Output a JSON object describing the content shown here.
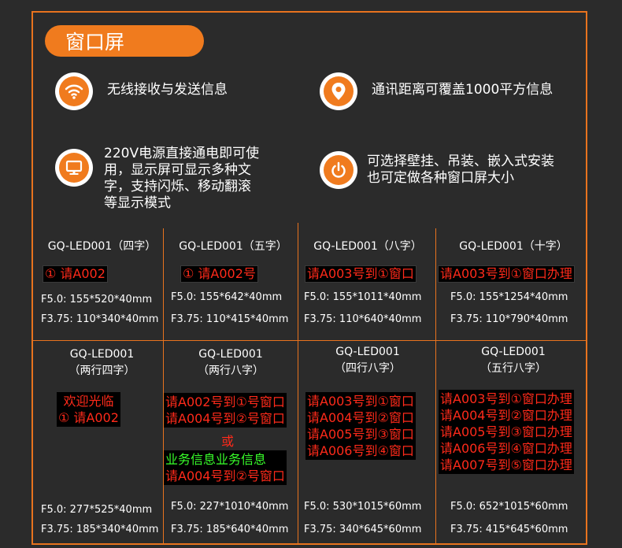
{
  "section_title": "窗口屏",
  "features": [
    {
      "icon": "wifi-icon",
      "text": "无线接收与发送信息"
    },
    {
      "icon": "location-pin-icon",
      "text": "通讯距离可覆盖1000平方信息"
    },
    {
      "icon": "monitor-icon",
      "lines": [
        "220V电源直接通电即可使",
        "用，显示屏可显示多种文",
        "字，支持闪烁、移动翻滚",
        "等显示模式"
      ]
    },
    {
      "icon": "power-icon",
      "lines": [
        "可选择壁挂、吊装、嵌入式安装",
        "也可定做各种窗口屏大小"
      ]
    }
  ],
  "row1": [
    {
      "model": "GQ-LED001（四字）",
      "display": "① 请A002",
      "f50": "F5.0: 155*520*40mm",
      "f375": "F3.75: 110*340*40mm"
    },
    {
      "model": "GQ-LED001（五字）",
      "display": "① 请A002号",
      "f50": "F5.0: 155*642*40mm",
      "f375": "F3.75: 110*415*40mm"
    },
    {
      "model": "GQ-LED001（八字）",
      "display": "请A003号到①窗口",
      "f50": "F5.0: 155*1011*40mm",
      "f375": "F3.75: 110*640*40mm"
    },
    {
      "model": "GQ-LED001（十字）",
      "display": "请A003号到①窗口办理",
      "f50": "F5.0: 155*1254*40mm",
      "f375": "F3.75: 110*790*40mm"
    }
  ],
  "row2": [
    {
      "model": "GQ-LED001",
      "sub": "（两行四字）",
      "display": [
        "欢迎光临",
        "① 请A002"
      ],
      "f50": "F5.0: 277*525*40mm",
      "f375": "F3.75: 185*340*40mm"
    },
    {
      "model": "GQ-LED001",
      "sub": "（两行八字）",
      "display": [
        "请A002号到①号窗口",
        "请A004号到②号窗口"
      ],
      "or": "或",
      "display_alt": [
        "业务信息业务信息",
        "请A004号到②号窗口"
      ],
      "f50": "F5.0: 227*1010*40mm",
      "f375": "F3.75: 185*640*40mm"
    },
    {
      "model": "GQ-LED001",
      "sub": "（四行八字）",
      "display": [
        "请A003号到①窗口",
        "请A004号到②窗口",
        "请A005号到③窗口",
        "请A006号到④窗口"
      ],
      "f50": "F5.0: 530*1015*60mm",
      "f375": "F3.75: 340*645*60mm"
    },
    {
      "model": "GQ-LED001",
      "sub": "（五行八字）",
      "display": [
        "请A003号到①窗口办理",
        "请A004号到②窗口办理",
        "请A005号到③窗口办理",
        "请A006号到④窗口办理",
        "请A007号到⑤窗口办理"
      ],
      "f50": "F5.0: 652*1015*60mm",
      "f375": "F3.75: 415*645*60mm"
    }
  ],
  "colors": {
    "accent": "#f07b1e",
    "led_red": "#ff2a1a",
    "led_green": "#38ff2a",
    "background": "#2b2b2b"
  }
}
